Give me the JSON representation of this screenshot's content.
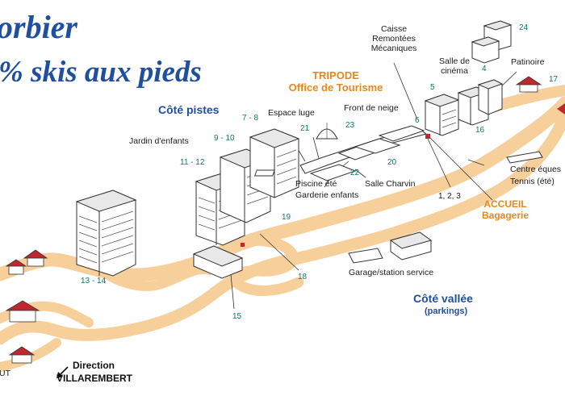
{
  "header": {
    "title": "orbier",
    "slogan": "% skis aux pieds"
  },
  "zones": {
    "pistes": "Côté pistes",
    "vallee": "Côté vallée",
    "parkings": "(parkings)"
  },
  "tripode": {
    "line1": "TRIPODE",
    "line2": "Office de Tourisme"
  },
  "accueil": {
    "line1": "ACCUEIL",
    "line2": "Bagagerie"
  },
  "direction": {
    "line1": "Direction",
    "line2": "VILLAREMBERT",
    "edge": "UT"
  },
  "labels": {
    "caisse": "Caisse",
    "remontees": "Remontées",
    "mecaniques": "Mécaniques",
    "salle_de": "Salle de",
    "cinema": "cinéma",
    "patinoire": "Patinoire",
    "espace_luge": "Espace luge",
    "front_de_neige": "Front de neige",
    "jardin": "Jardin d'enfants",
    "piscine": "Piscine été",
    "garderie": "Garderie enfants",
    "salle_charvin": "Salle Charvin",
    "centre_eques": "Centre éques",
    "tennis": "Tennis (été)",
    "garage": "Garage/station service"
  },
  "numbers": {
    "n24": "24",
    "n4": "4",
    "n17": "17",
    "n5": "5",
    "n16": "16",
    "n6": "6",
    "n23": "23",
    "n21": "21",
    "n7_8": "7 - 8",
    "n9_10": "9 - 10",
    "n11_12": "11 - 12",
    "n22": "22",
    "n20": "20",
    "n1_2_3": "1, 2, 3",
    "n19": "19",
    "n18": "18",
    "n15": "15",
    "n13_14": "13 - 14"
  },
  "colors": {
    "road": "#f6cf9a",
    "title_blue": "#1f4f9e",
    "orange": "#e8871e",
    "number_green": "#0f7a63",
    "accent_red": "#c0282d"
  }
}
